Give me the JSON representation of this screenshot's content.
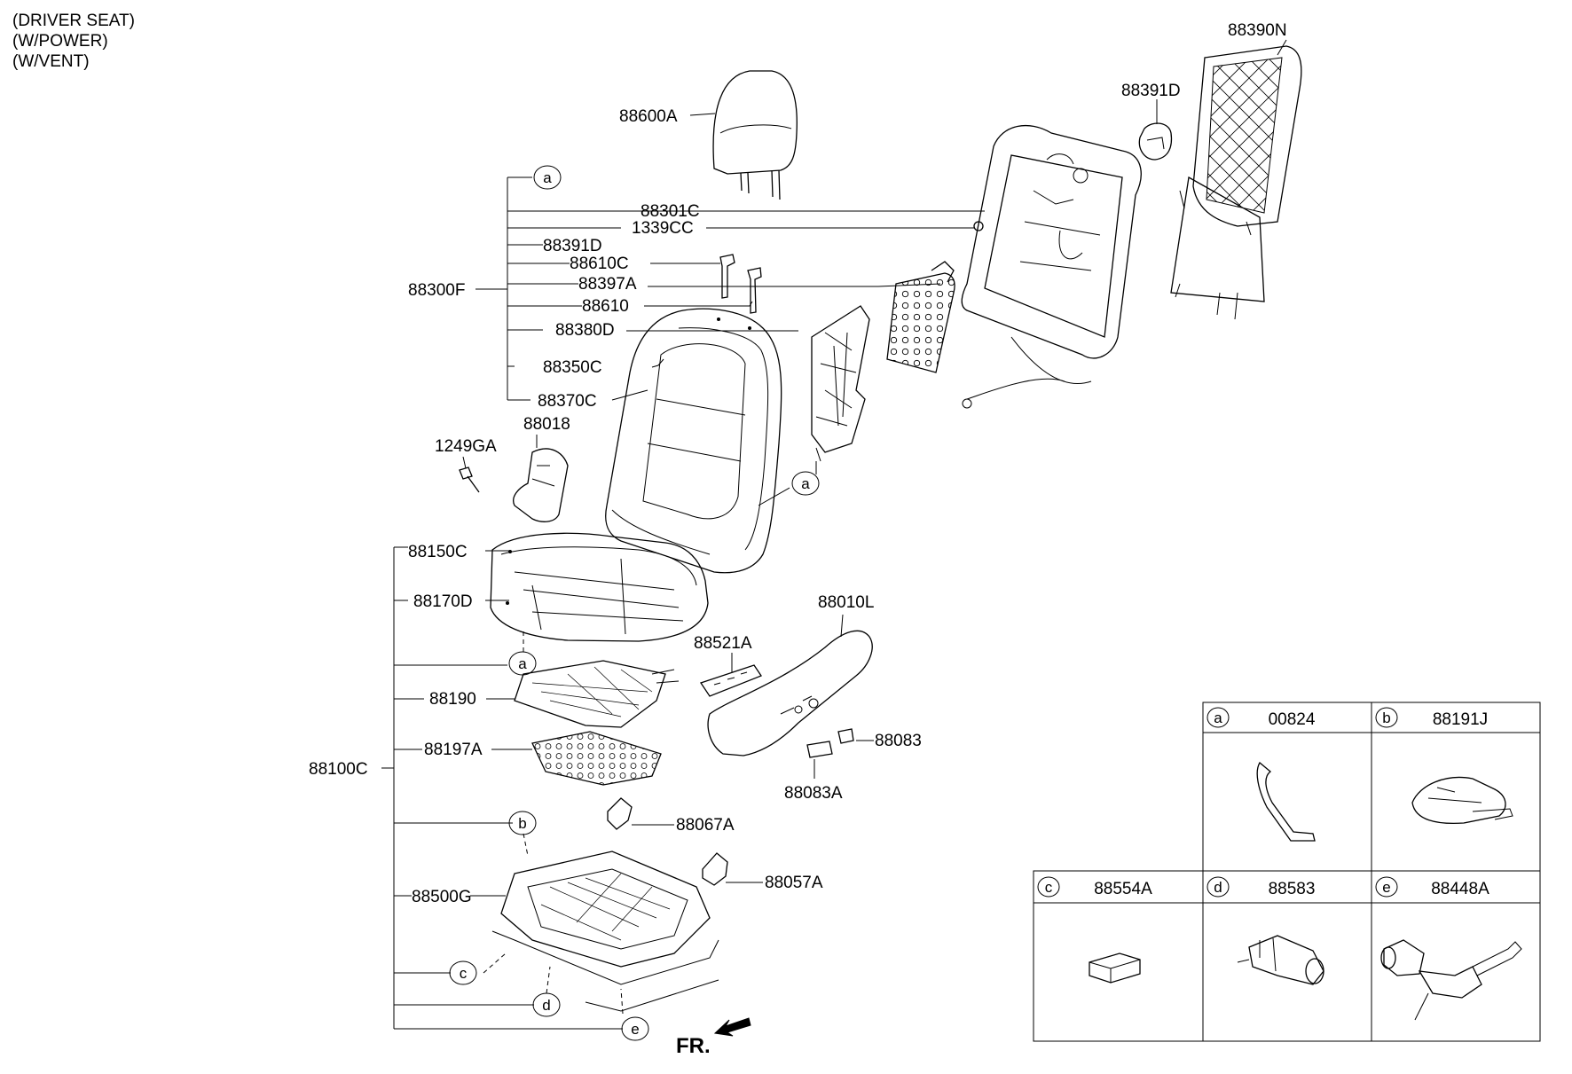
{
  "header_notes": [
    "(DRIVER SEAT)",
    "(W/POWER)",
    "(W/VENT)"
  ],
  "labels": {
    "l88390N": "88390N",
    "l88391D_top": "88391D",
    "l88600A": "88600A",
    "l88301C": "88301C",
    "l1339CC": "1339CC",
    "l88391D": "88391D",
    "l88610C": "88610C",
    "l88397A": "88397A",
    "l88610": "88610",
    "l88380D": "88380D",
    "l88350C": "88350C",
    "l88370C": "88370C",
    "l88300F": "88300F",
    "l1249GA": "1249GA",
    "l88018": "88018",
    "l88150C": "88150C",
    "l88170D": "88170D",
    "l88010L": "88010L",
    "l88521A": "88521A",
    "l88190": "88190",
    "l88197A": "88197A",
    "l88083": "88083",
    "l88083A": "88083A",
    "l88100C": "88100C",
    "l88067A": "88067A",
    "l88057A": "88057A",
    "l88500G": "88500G"
  },
  "circle_refs": {
    "a1": "a",
    "a2": "a",
    "a3": "a",
    "b": "b",
    "c": "c",
    "d": "d",
    "e": "e"
  },
  "front_marker": "FR.",
  "legend": [
    {
      "key": "a",
      "part": "00824",
      "icon": "wire-clip"
    },
    {
      "key": "b",
      "part": "88191J",
      "icon": "motor-unit"
    },
    {
      "key": "c",
      "part": "88554A",
      "icon": "connector-block"
    },
    {
      "key": "d",
      "part": "88583",
      "icon": "motor"
    },
    {
      "key": "e",
      "part": "88448A",
      "icon": "gear-motor"
    }
  ]
}
